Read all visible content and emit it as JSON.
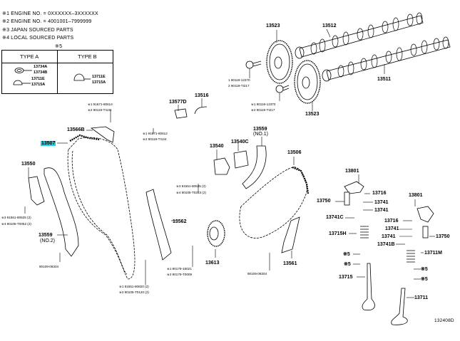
{
  "notes": [
    "※1  ENGINE NO. = 0XXXXXX–3XXXXXX",
    "※2  ENGINE NO. = 4001001–7999999",
    "※3 JAPAN SOURCED PARTS",
    "※4 LOCAL SOURCED PARTS"
  ],
  "type_table": {
    "note_ref": "※5",
    "type_a": {
      "header": "TYPE A",
      "parts": [
        "13734A",
        "13734B",
        "13711E",
        "13715A"
      ]
    },
    "type_b": {
      "header": "TYPE B",
      "parts": [
        "13711E",
        "13715A"
      ]
    }
  },
  "labels": {
    "p13523_top": "13523",
    "p13512": "13512",
    "p13511": "13511",
    "p13523_bot": "13523",
    "bolt_top1": "1  90119-12370",
    "bolt_top2": "2  90119-TI217",
    "bolt_mid1": "※1  90119-12370",
    "bolt_mid2": "※2  90119-TI217",
    "p13516": "13516",
    "p13577d": "13577D",
    "b13577_1": "※1  91671-80612",
    "b13577_2": "※2  90119-TI134",
    "b13566_1": "※1  91671-80614",
    "b13566_2": "※2  90119-TI136",
    "p13566b": "13566B",
    "p13507": "13507",
    "p13559_no1": "13559",
    "p13559_no1_sub": "(NO.1)",
    "p13540": "13540",
    "p13540c": "13540C",
    "p13506": "13506",
    "b13540_3": "※3  91551-80635 (2)",
    "b13540_4": "※4  90105-T0253 (2)",
    "p13550": "13550",
    "b13550_3": "※3 91551-80625 (2)",
    "b13550_4": "※4 90105-T0052 (2)",
    "p13559_no2": "13559",
    "p13559_no2_sub": "(NO.2)",
    "b13559_bot": "90109-08304",
    "p13562": "13562",
    "p13613": "13613",
    "b13613_1": "※1  90179-18021",
    "b13613_2": "※2  90179-T0009",
    "b13562_1": "※1  91551-80820 (2)",
    "b13562_2": "※2  90105-T0120 (2)",
    "p13561": "13561",
    "b13561": "90109-08304",
    "p13801_l": "13801",
    "p13750_l": "13750",
    "p13716_l": "13716",
    "p13741_l1": "13741",
    "p13741_l2": "13741",
    "p13741c": "13741C",
    "p13715h": "13715H",
    "n5_l1": "※5",
    "n5_l2": "※5",
    "p13715": "13715",
    "p13801_r": "13801",
    "p13716_r": "13716",
    "p13741_r1": "13741",
    "p13741_r2": "13741",
    "p13750_r": "13750",
    "p13741b": "13741B",
    "p13711m": "13711M",
    "n5_r1": "※5",
    "n5_r2": "※5",
    "p13711": "13711",
    "diagram_id": "132408D"
  },
  "highlight_color": "#22d3e6"
}
